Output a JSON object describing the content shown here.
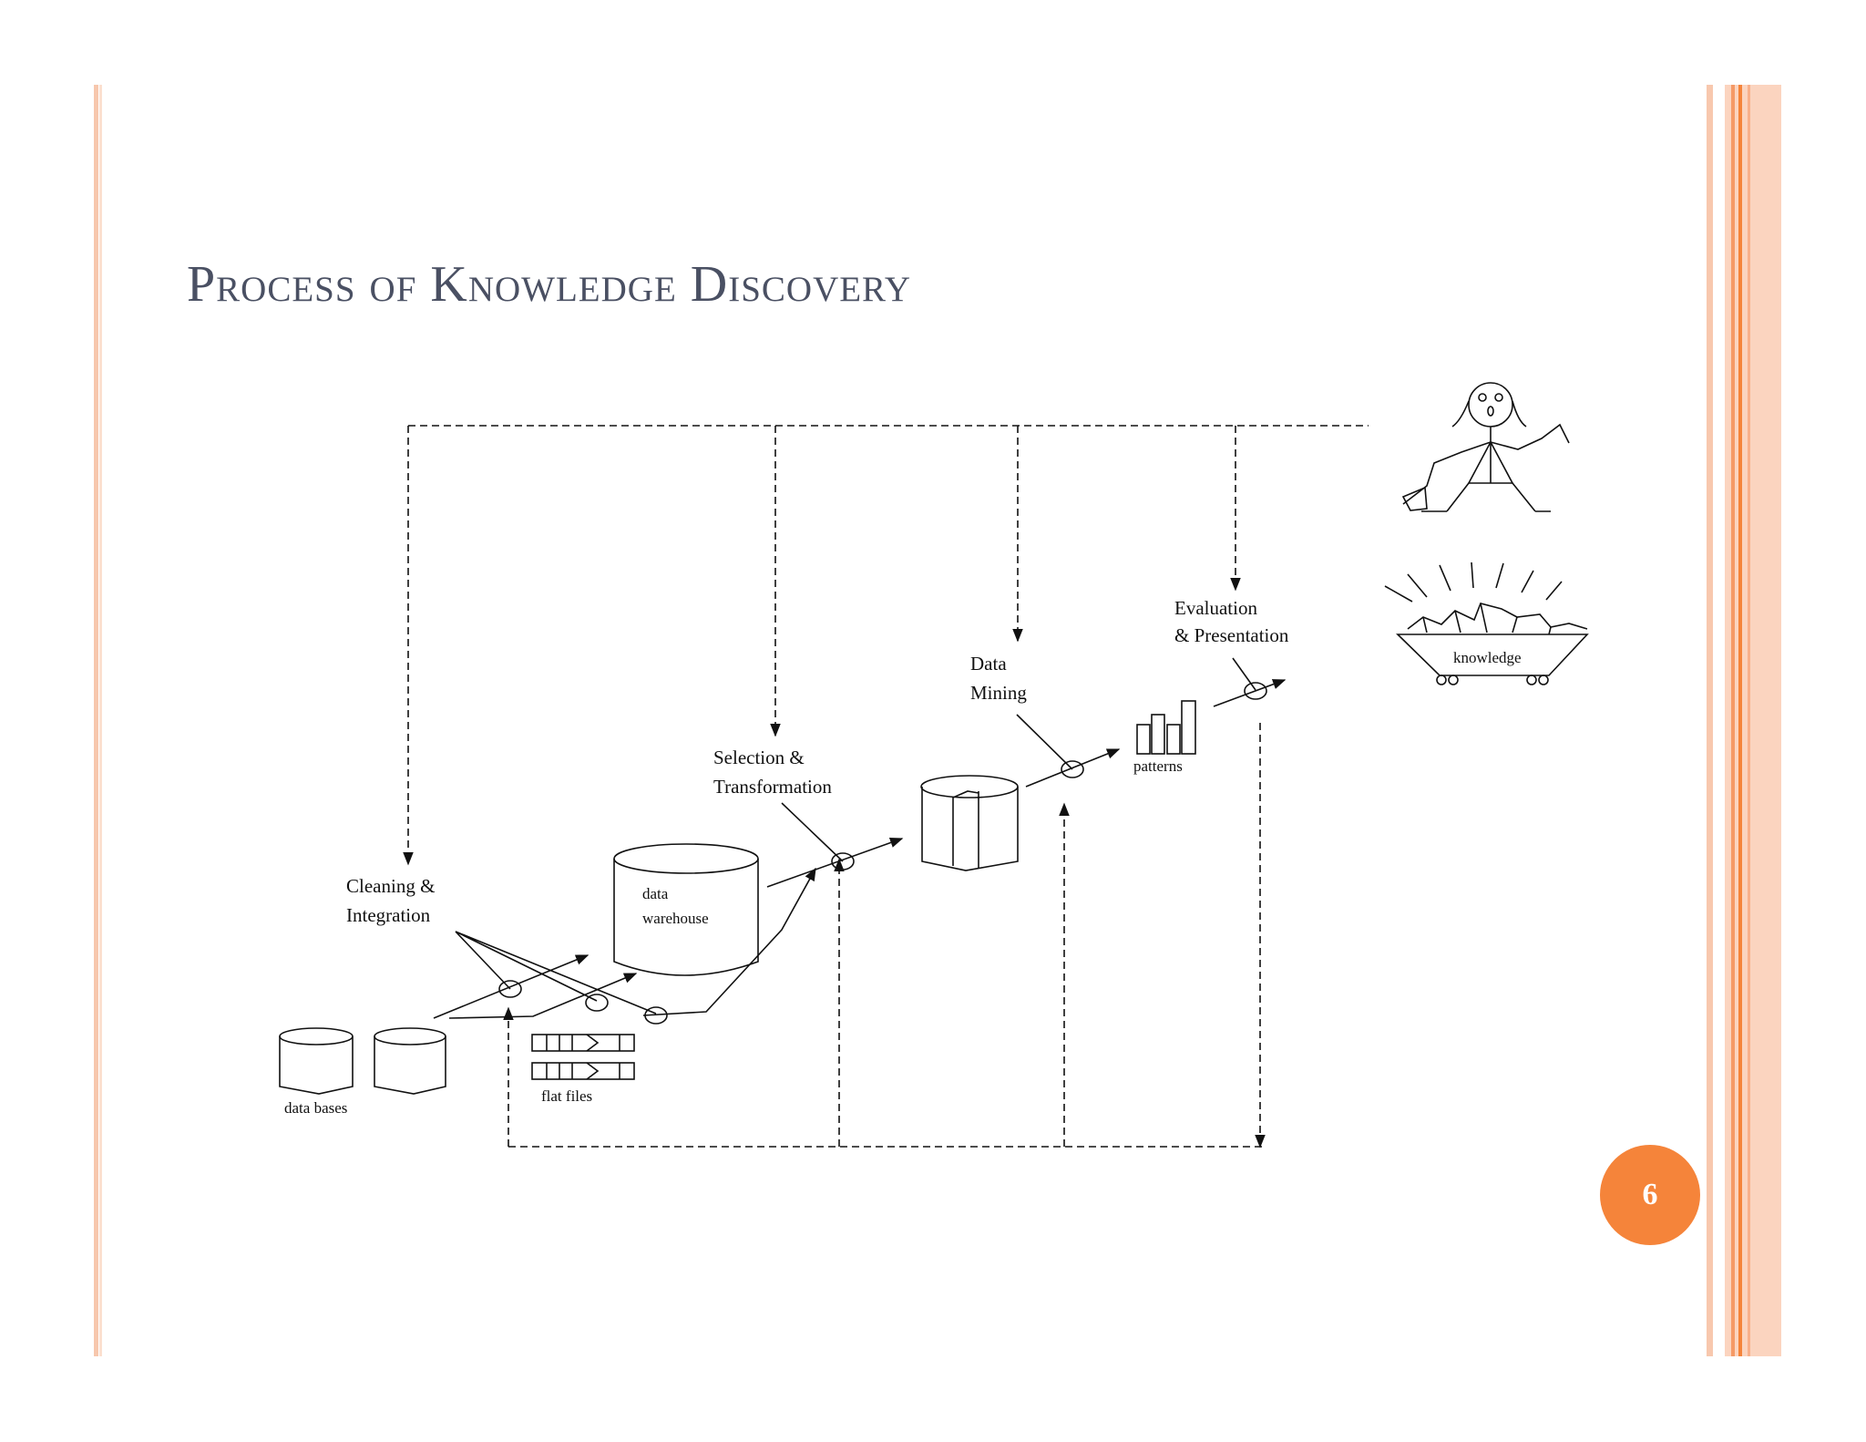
{
  "slide": {
    "title": "Process of Knowledge Discovery",
    "page_number": "6",
    "accent_color": "#f5843a",
    "stripe_color": "#f7c3a8"
  },
  "diagram": {
    "stages": {
      "cleaning_integration": [
        "Cleaning &",
        "Integration"
      ],
      "selection_transformation": [
        "Selection &",
        "Transformation"
      ],
      "data_mining": [
        "Data",
        "Mining"
      ],
      "evaluation_presentation": [
        "Evaluation",
        "& Presentation"
      ]
    },
    "stores": {
      "data_bases": "data bases",
      "flat_files": "flat files",
      "data_warehouse": [
        "data",
        "warehouse"
      ],
      "patterns": "patterns",
      "knowledge": "knowledge"
    },
    "icons": [
      "person-icon",
      "knowledge-cart-icon",
      "database-icon",
      "bar-chart-icon"
    ]
  }
}
